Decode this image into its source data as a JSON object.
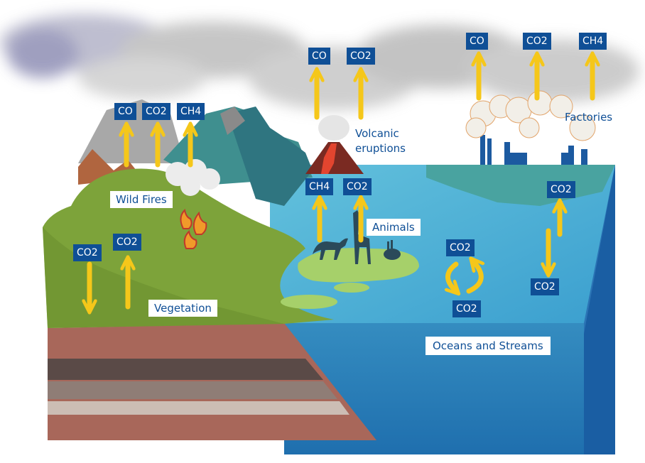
{
  "colors": {
    "gas_tag": "#0f4f96",
    "label_text": "#0f4f96",
    "arrow": "#f5c71a",
    "ocean": "#3d9fcb",
    "grass": "#7da33a",
    "soil": "#a8675a",
    "smoke": "#c9c9c9"
  },
  "labels": {
    "wild_fires": "Wild Fires",
    "vegetation": "Vegetation",
    "volcanic": "Volcanic\neruptions",
    "animals": "Animals",
    "factories": "Factories",
    "oceans": "Oceans and Streams"
  },
  "tags": {
    "fire_co": "CO",
    "fire_co2": "CO2",
    "fire_ch4": "CH4",
    "volcano_co": "CO",
    "volcano_co2": "CO2",
    "factory_co": "CO",
    "factory_co2": "CO2",
    "factory_ch4": "CH4",
    "animal_ch4": "CH4",
    "animal_co2": "CO2",
    "veg_co2_down": "CO2",
    "veg_co2_up": "CO2",
    "ocean_cycle_top": "CO2",
    "ocean_cycle_bottom": "CO2",
    "ocean_exchange_top": "CO2",
    "ocean_exchange_bottom": "CO2"
  }
}
